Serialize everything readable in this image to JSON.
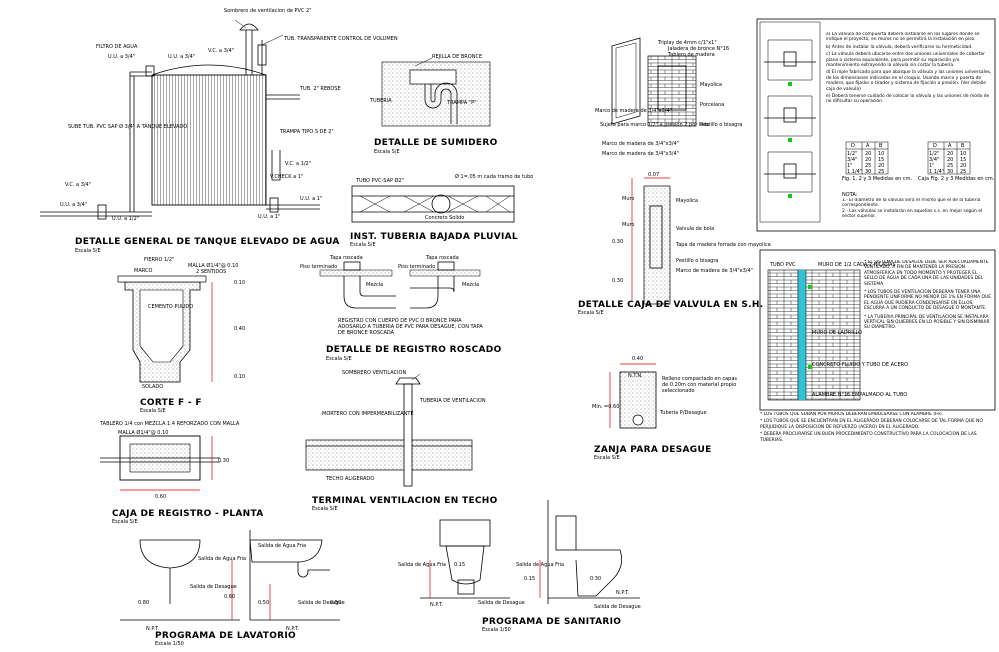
{
  "colors": {
    "line": "#000000",
    "dimension": "#e00000",
    "pipe": "#35c2d6",
    "marker": "#12c912",
    "background": "#ffffff"
  },
  "tank": {
    "title": "DETALLE GENERAL DE TANQUE ELEVADO DE AGUA",
    "scale": "Escala S/E",
    "labels": [
      "Sombrero de ventilacion de PVC 2\"",
      "TUB. TRANSPARENTE CONTROL DE VOLUMEN",
      "FILTRO DE AGUA",
      "U.U. a 3/4\"",
      "U.U. a 3/4\"",
      "V.C. a 3/4\"",
      "TUB. 2\" REBOSE",
      "SUBE TUB. PVC SAP Ø 3/4\" A TANQUE ELEVADO",
      "TRAMPA TIPO S DE 2\"",
      "V.C. a 1/2\"",
      "V.CHECK a 1\"",
      "V.C. a 3/4\"",
      "U.U. a 3/4\"",
      "U.U. a 1/2\"",
      "U.U. a 1\"",
      "U.U. a 1\""
    ]
  },
  "sumidero": {
    "title": "DETALLE DE SUMIDERO",
    "scale": "Escala S/E",
    "labels": [
      "REJILLA DE BRONCE",
      "TUBERIA",
      "TRAMPA \"P\""
    ]
  },
  "pluvial": {
    "title": "INST. TUBERIA BAJADA PLUVIAL",
    "scale": "Escala S/E",
    "labels": [
      "TUBO PVC-SAP Ø2\"",
      "Ø 1=.05 m cada tramo de tubo",
      "Concreto Solido"
    ]
  },
  "roscado": {
    "title": "DETALLE DE REGISTRO ROSCADO",
    "scale": "Escala S/E",
    "labels": [
      "Tapa roscada",
      "Piso terminado",
      "Mezcla",
      "Tapa roscada",
      "Piso terminado",
      "Mezcla"
    ],
    "note": "REGISTRO CON CUERPO DE PVC O BRONCE PARA ADOSARLO A TUBERIA DE PVC PARA DESAGUE, CON TAPA DE BRONCE ROSCADA"
  },
  "corte": {
    "title": "CORTE F - F",
    "scale": "Escala S/E",
    "labels": [
      "FIERRO 1/2\"",
      "MALLA Ø1/4\"@ 0.10",
      "MARCO",
      "2 SENTIDOS",
      "CEMENTO PULIDO",
      "SOLADO"
    ],
    "dims": [
      "0.10",
      "0.40",
      "0.10"
    ]
  },
  "registro_planta": {
    "title": "CAJA DE REGISTRO - PLANTA",
    "scale": "Escala S/E",
    "labels": [
      "TABLERO 1/4 con MEZCLA 1:4 REFORZADO CON MALLA",
      "MALLA Ø1/4\"@ 0.10"
    ],
    "dims": [
      "0.30",
      "0.60"
    ]
  },
  "terminal": {
    "title": "TERMINAL VENTILACION EN TECHO",
    "scale": "Escala S/E",
    "labels": [
      "SOMBRERO VENTILACION",
      "MORTERO CON IMPERMEABILIZANTE",
      "TUBERIA DE VENTILACION",
      "TECHO ALIGERADO"
    ]
  },
  "caja_valvula": {
    "title": "DETALLE CAJA DE VALVULA EN S.H.",
    "scale": "Escala S/E",
    "labels": [
      "Triplay de 4mm c/1\"x1\"",
      "Jaladera de bronce N°16",
      "Tablero de madera",
      "Marco de madera de 3/4\"x3/4\"",
      "Sujeta para marco 1/2\" a presión 2 por lado",
      "Marco de madera de 3/4\"x3/4\"",
      "Marco de madera de 3/4\"x3/4\"",
      "Mayolica",
      "Porcelana",
      "Pestillo o bisagra",
      "Mayolica",
      "Valvula de bola",
      "Tapa de madera forrada con mayolica",
      "Pestillo o bisagra",
      "Marco de madera de 3/4\"x3/4\"",
      "Muro",
      "Muro"
    ],
    "dims": [
      "0.07",
      "0.30",
      "0.30"
    ]
  },
  "zanja": {
    "title": "ZANJA PARA DESAGUE",
    "scale": "Escala S/E",
    "labels": [
      "N.T.N.",
      "Relleno compactado en capas de 0.20m con material propio seleccionado",
      "Tuberia P/Desague"
    ],
    "dims": [
      "0.40",
      "Min. =0.60"
    ]
  },
  "lavatorio": {
    "title": "PROGRAMA DE LAVATORIO",
    "scale": "Escala 1/50",
    "labels": [
      "Salida de Agua Fria",
      "Salida de Desague",
      "Salida de Agua Fria",
      "Salida de Desague",
      "N.P.T.",
      "N.P.T."
    ],
    "dims": [
      "0.80",
      "0.60",
      "0.50",
      "0.50"
    ]
  },
  "sanitario": {
    "title": "PROGRAMA DE SANITARIO",
    "scale": "Escala 1/50",
    "labels": [
      "Salida de Agua Fria",
      "Salida de Desague",
      "Salida de Agua Fria",
      "Salida de Desague",
      "N.P.T.",
      "N.P.T."
    ],
    "dims": [
      "0.15",
      "0.15",
      "0.30"
    ]
  },
  "valve_notes": {
    "notes": [
      "a) La válvula de compuerta deberá instalarse en los lugares donde se indique el proyecto, en muros no se permitirá la instalación en piso.",
      "b) Antes de instalar la válvula, deberá verificarse su hermeticidad.",
      "c) La válvula deberá ubicarse entre dos uniones universales de cobertor plano o sistema equivalente, para permitir su reparación y/o mantenimiento extrayendo la válvula sin cortar la tubería.",
      "d) El niple fabricado para que abarque la válvula y las uniones universales, de los dimensiones indicadas en el croquis. Usando marco y puerta de madera, que fijador o tirador y sistema de fijación a presión. (Ver detalle caja de valvula)",
      "e) Deberá tenerse cuidado de colocar la válvula y las uniones de modo de no dificultar su operación."
    ],
    "table_header": [
      "D",
      "A",
      "B"
    ],
    "table1_rows": [
      [
        "1/2\"",
        "20",
        "10"
      ],
      [
        "3/4\"",
        "20",
        "15"
      ],
      [
        "1\"",
        "25",
        "20"
      ],
      [
        "1 1/4\"",
        "30",
        "25"
      ]
    ],
    "table2_rows": [
      [
        "1/2\"",
        "20",
        "10"
      ],
      [
        "3/4\"",
        "20",
        "15"
      ],
      [
        "1\"",
        "25",
        "20"
      ],
      [
        "1 1/4\"",
        "30",
        "25"
      ]
    ],
    "table1_caption": "Fig. 1, 2 y 3 Medidas en cm.",
    "table2_caption": "Caja Fig. 2 y 3 Medidas en cm.",
    "nota_title": "NOTA:",
    "nota": [
      "1.- El diámetro de la válvula será el mismo que el de la tubería correspondiente.",
      "2.- Las válvulas se instalarán en aquellas s.s. en mejor según el sector superior."
    ]
  },
  "vent_notes": {
    "labels": [
      "TUBO PVC",
      "MURO DE 1/2 CADA 2 HILADAS",
      "MURO DE LADRILLO",
      "CONCRETO FLUIDO Y TUBO DE ACERO",
      "ALAMBRE N°16 EMPALMADO AL TUBO"
    ],
    "notes": [
      "* EL SISTEMA DE DESAGUE DEBE SER ADECUADAMENTE VENTILADO, A FIN DE MANTENER LA PRESION ATMOSFERICA EN TODO MOMENTO Y PROTEGER EL SELLO DE AGUA DE CADA UNA DE LAS UNIDADES DEL SISTEMA.",
      "* LOS TUBOS DE VENTILACION DEBERAN TENER UNA PENDIENTE UNIFORME NO MENOR DE 1% EN FORMA QUE EL AGUA QUE PUDIERA CONDENSARSE EN ELLOS, ESCURRA A UN CONDUCTO DE DESAGUE O MONTANTE.",
      "* LA TUBERIA PRINCIPAL DE VENTILACION SE INSTALARA VERTICAL SIN QUIEBRES EN LO POSIBLE Y SIN DISMINUIR SU DIAMETRO."
    ],
    "bottom_notes": [
      "* LOS TUBOS QUE SUBAN POR MUROS DEBERAN EMBOLSARSE CON ALAMBRE (Fe).",
      "* LOS TUBOS QUE SE ENCUENTRAN EN EL ALIGERADO DEBERAN COLOCARSE DE TAL FORMA QUE NO PERJUDIQUE LA DISPOSICION DE REFUERZO (ACERO) EN EL ALIGERADO.",
      "* DEBERA PROCURARSE UN BUEN PROCEDIMIENTO CONSTRUCTIVO PARA LA COLOCACION DE LAS TUBERIAS."
    ]
  }
}
